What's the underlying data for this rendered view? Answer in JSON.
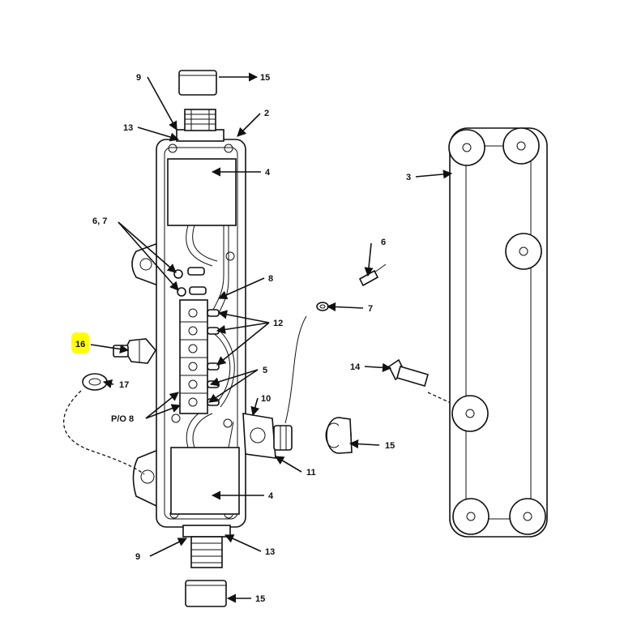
{
  "callouts": {
    "c9_top": "9",
    "c15_top": "15",
    "c2": "2",
    "c13_top": "13",
    "c4_top": "4",
    "c3": "3",
    "c67": "6, 7",
    "c6": "6",
    "c8": "8",
    "c7": "7",
    "c12": "12",
    "c16": "16",
    "c17": "17",
    "c14": "14",
    "c5": "5",
    "c10": "10",
    "cpo8": "P/O 8",
    "c15_mid": "15",
    "c11": "11",
    "c4_bot": "4",
    "c9_bot": "9",
    "c13_bot": "13",
    "c15_bot": "15"
  },
  "highlight": {
    "callout": "16",
    "color": "#ffff00"
  }
}
